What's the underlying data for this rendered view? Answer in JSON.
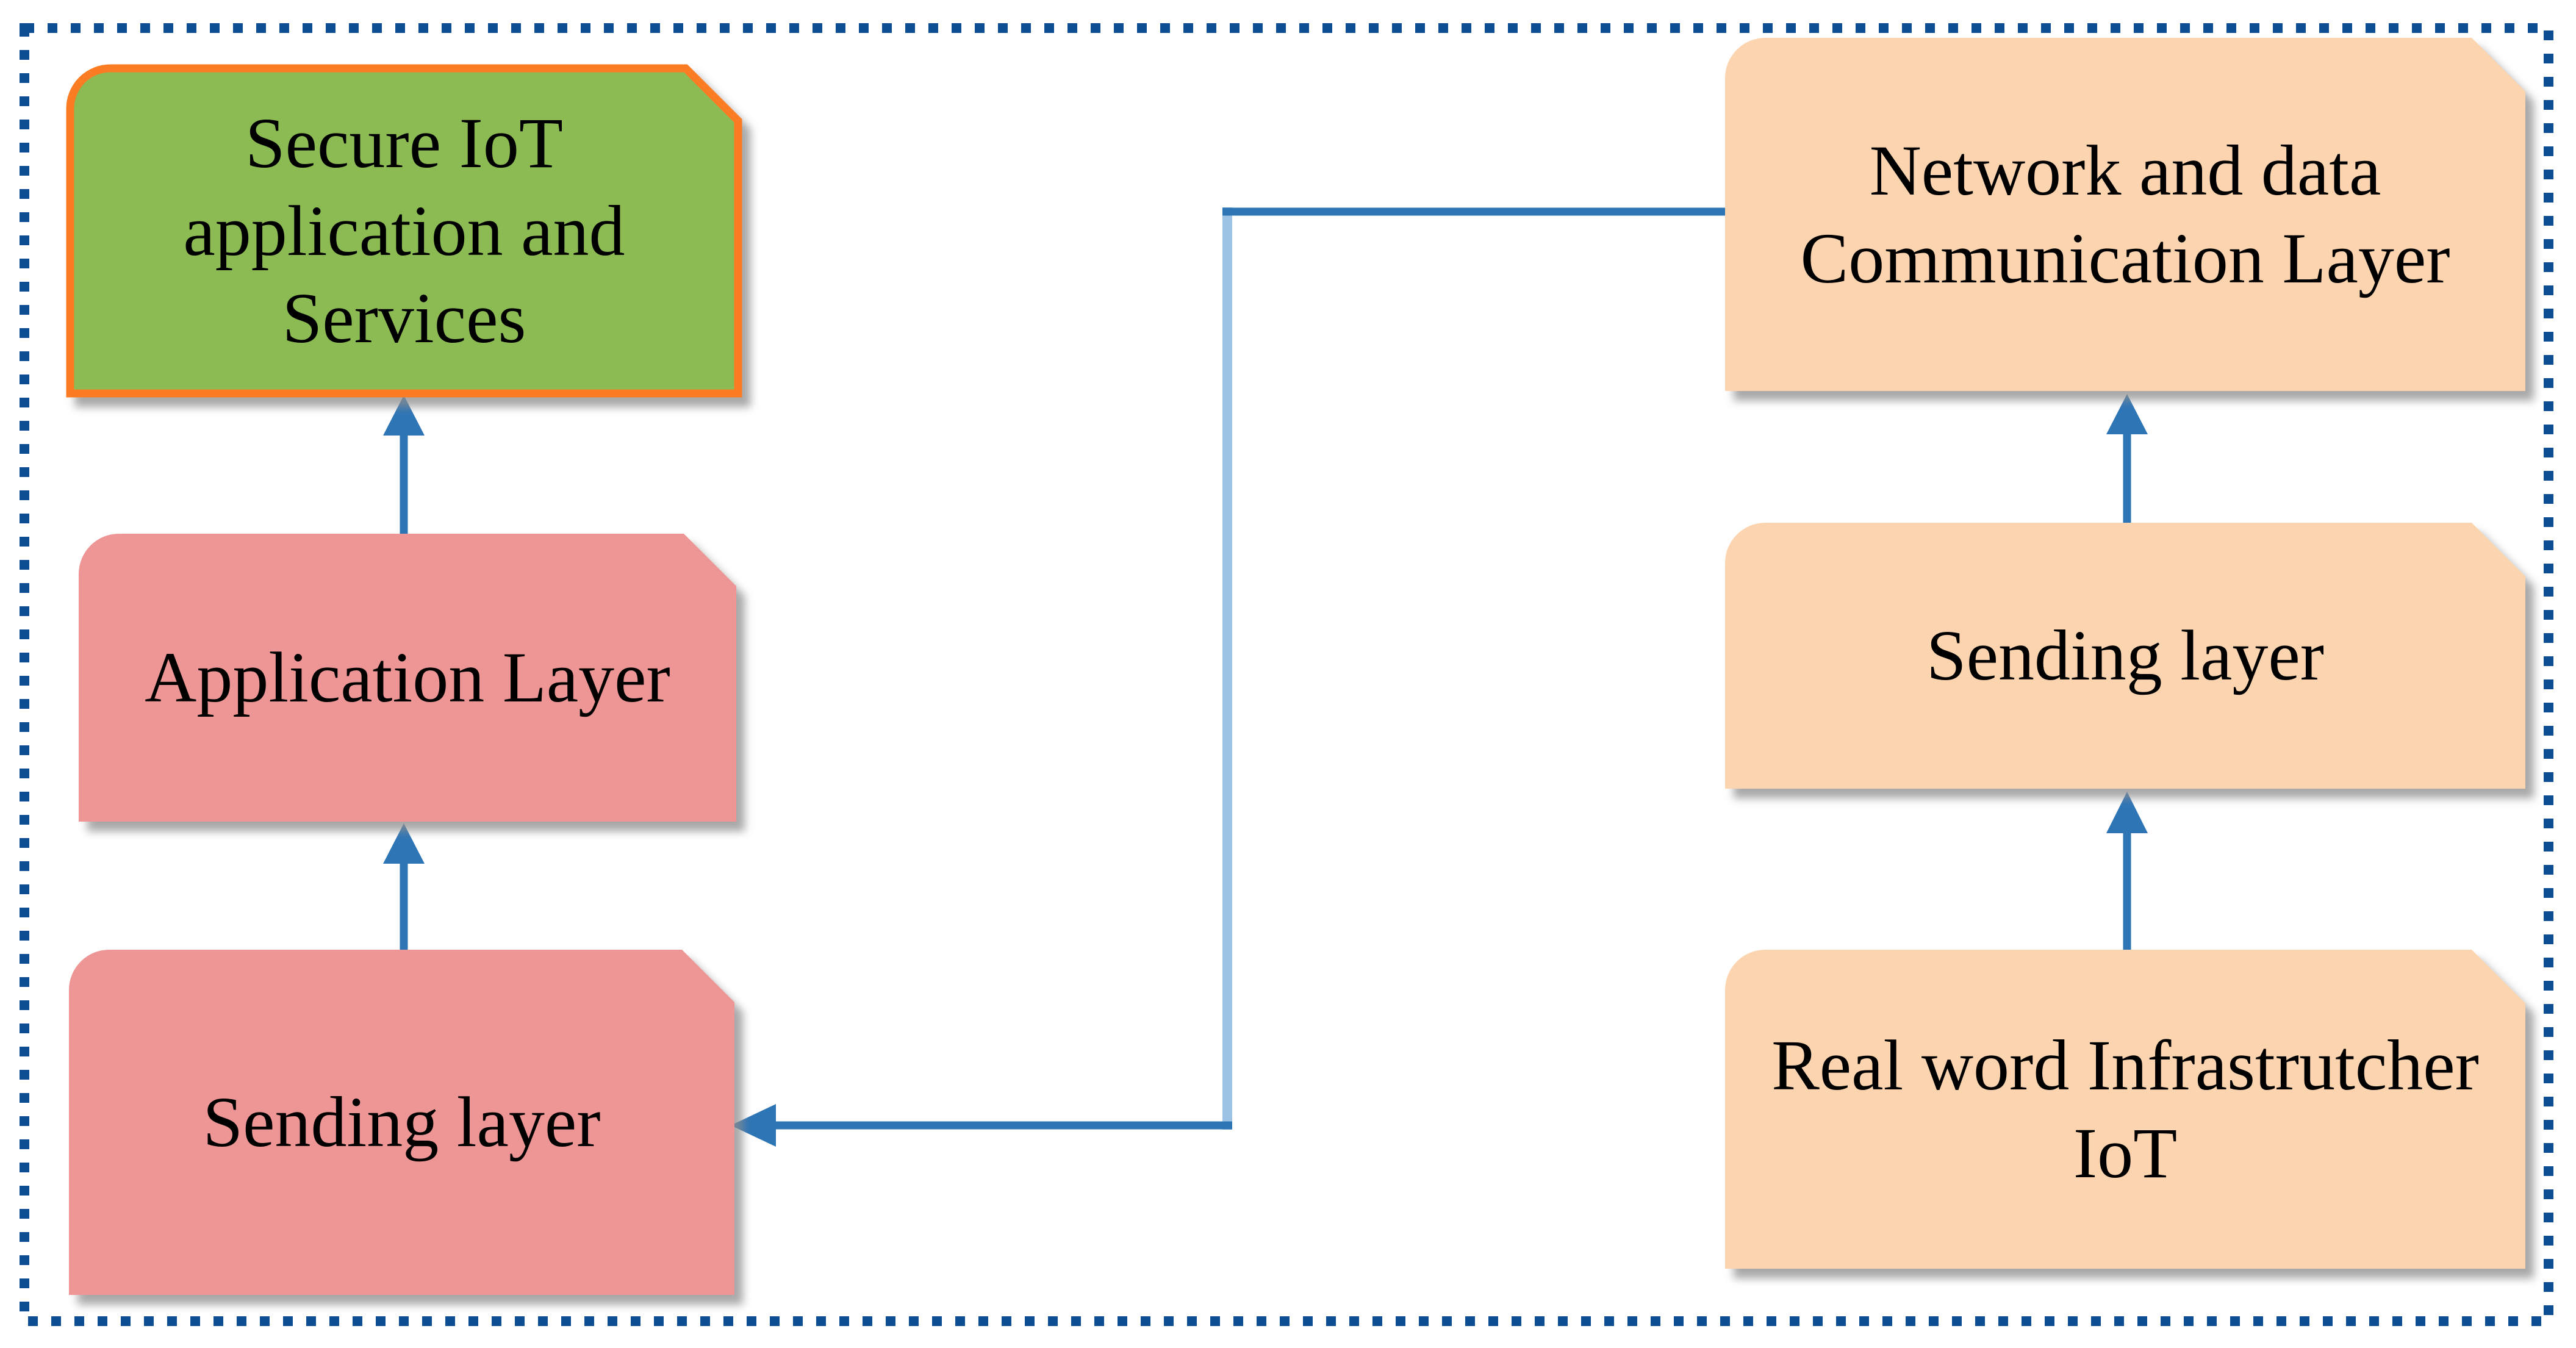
{
  "diagram": {
    "title": "Secure IoT layered architecture diagram",
    "colors": {
      "border_dotted_blue": "#0d4d92",
      "arrow_blue": "#2e75b6",
      "elbow_light_blue": "#9cc3e5",
      "green_fill": "#8cba52",
      "green_stroke": "#fb7b20",
      "pink_fill": "#ee9595",
      "peach_fill": "#fcd5b0",
      "text_black": "#000000",
      "shadow_gray": "#8c8c8c"
    },
    "nodes": [
      {
        "id": "secure-iot-application-services",
        "label": "Secure IoT application and Services",
        "label_lines": [
          "Secure IoT",
          "application and",
          "Services"
        ],
        "fill": "#8cba52",
        "stroke": "#fb7b20"
      },
      {
        "id": "application-layer",
        "label": "Application Layer",
        "label_lines": [
          "Application Layer"
        ],
        "fill": "#ee9595",
        "stroke": "none"
      },
      {
        "id": "sending-layer-left",
        "label": "Sending layer",
        "label_lines": [
          "Sending layer"
        ],
        "fill": "#ee9595",
        "stroke": "none"
      },
      {
        "id": "network-data-communication-layer",
        "label": "Network and data Communication Layer",
        "label_lines": [
          "Network and data",
          "Communication Layer"
        ],
        "fill": "#fcd5b0",
        "stroke": "none"
      },
      {
        "id": "sending-layer-right",
        "label": "Sending layer",
        "label_lines": [
          "Sending layer"
        ],
        "fill": "#fcd5b0",
        "stroke": "none"
      },
      {
        "id": "real-world-infrastructure-iot",
        "label": "Real word Infrastrutcher IoT",
        "label_lines": [
          "Real word Infrastrutcher",
          "IoT"
        ],
        "fill": "#fcd5b0",
        "stroke": "none"
      }
    ],
    "edges": [
      {
        "id": "application-to-secure",
        "from": "application-layer",
        "to": "secure-iot-application-services",
        "direction": "up"
      },
      {
        "id": "sending-left-to-application",
        "from": "sending-layer-left",
        "to": "application-layer",
        "direction": "up"
      },
      {
        "id": "sending-right-to-network",
        "from": "sending-layer-right",
        "to": "network-data-communication-layer",
        "direction": "up"
      },
      {
        "id": "real-world-to-sending-right",
        "from": "real-world-infrastructure-iot",
        "to": "sending-layer-right",
        "direction": "up"
      },
      {
        "id": "network-to-sending-left",
        "from": "network-data-communication-layer",
        "to": "sending-layer-left",
        "direction": "elbow-left-down-left"
      }
    ]
  }
}
